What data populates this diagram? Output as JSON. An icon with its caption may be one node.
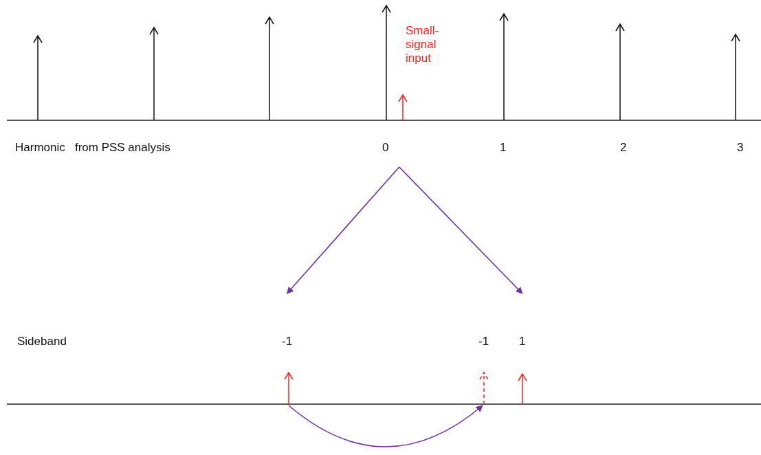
{
  "diagram": {
    "nodes": [
      {
        "text": [
          "0"
        ]
      },
      {
        "text": [
          "-1"
        ]
      },
      {
        "text": [
          "-1"
        ]
      },
      {
        "text": [
          "1"
        ]
      },
      {
        "text": [],
        "shape": "arrow"
      },
      {
        "text": [],
        "shape": "arrow"
      }
    ],
    "edges": [
      {
        "from": 0,
        "to": 1,
        "arrow": "to"
      },
      {
        "from": 0,
        "to": 3,
        "arrow": "to"
      },
      {
        "from": 4,
        "to": 5,
        "arrow": "to"
      }
    ],
    "labels": [
      "Small-signal input",
      "Harmonic   from PSS analysis",
      "1",
      "2",
      "3",
      "Sideband"
    ]
  }
}
